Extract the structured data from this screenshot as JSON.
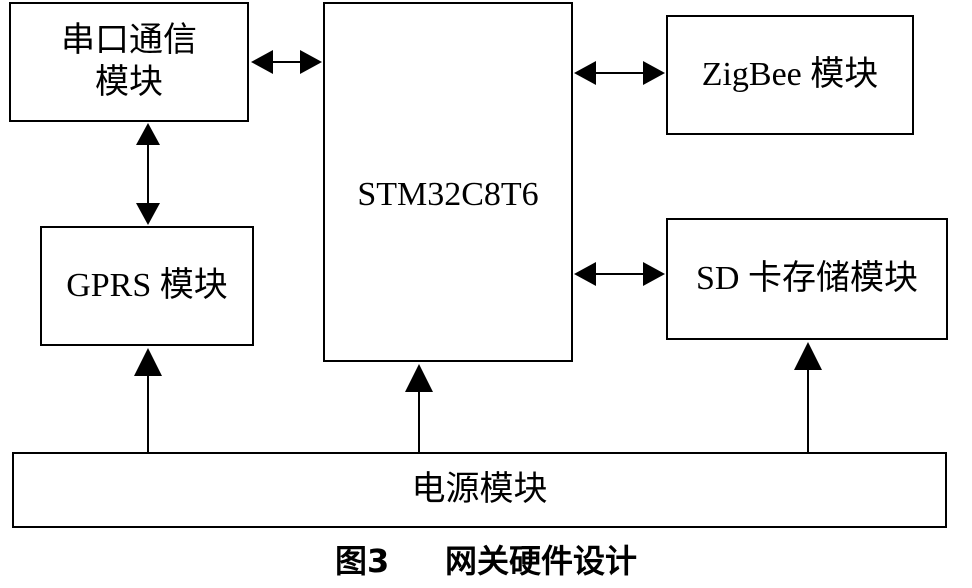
{
  "diagram": {
    "nodes": {
      "serial": {
        "label": "串口通信\n模块"
      },
      "gprs": {
        "label": "GPRS 模块"
      },
      "mcu": {
        "label": "STM32C8T6"
      },
      "zigbee": {
        "label": "ZigBee 模块"
      },
      "sd": {
        "label": "SD 卡存储模块"
      },
      "power": {
        "label": "电源模块"
      }
    },
    "edges": [
      {
        "from": "serial",
        "to": "mcu",
        "type": "bidirectional"
      },
      {
        "from": "serial",
        "to": "gprs",
        "type": "bidirectional"
      },
      {
        "from": "mcu",
        "to": "zigbee",
        "type": "bidirectional"
      },
      {
        "from": "mcu",
        "to": "sd",
        "type": "bidirectional"
      },
      {
        "from": "power",
        "to": "gprs",
        "type": "directed"
      },
      {
        "from": "power",
        "to": "mcu",
        "type": "directed"
      },
      {
        "from": "power",
        "to": "sd",
        "type": "directed"
      }
    ]
  },
  "caption": "图3     网关硬件设计"
}
